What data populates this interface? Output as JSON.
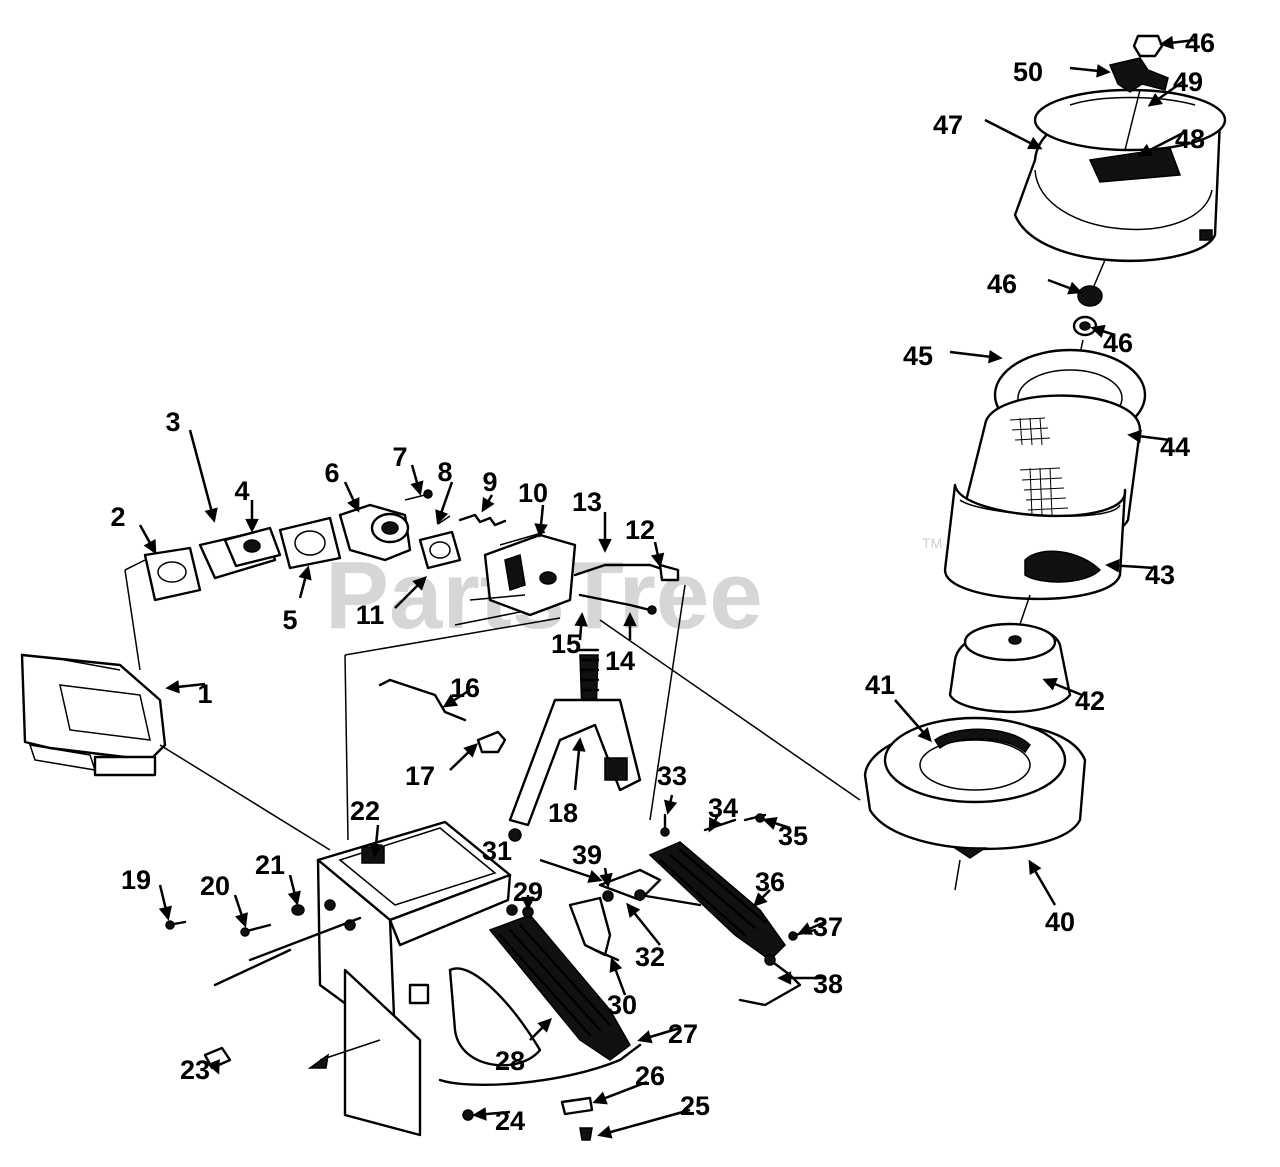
{
  "watermark": {
    "text": "PartsTree",
    "tm": "TM"
  },
  "callouts": [
    "1",
    "2",
    "3",
    "4",
    "5",
    "6",
    "7",
    "8",
    "9",
    "10",
    "11",
    "12",
    "13",
    "14",
    "15",
    "16",
    "17",
    "18",
    "19",
    "20",
    "21",
    "22",
    "23",
    "24",
    "25",
    "26",
    "27",
    "28",
    "29",
    "30",
    "31",
    "32",
    "33",
    "34",
    "35",
    "36",
    "37",
    "38",
    "39",
    "40",
    "41",
    "42",
    "43",
    "44",
    "45",
    "46",
    "46",
    "46",
    "47",
    "48",
    "49",
    "50"
  ],
  "icons": {
    "cover": "air-cleaner-cover-icon",
    "filter": "filter-element-icon",
    "base": "air-cleaner-base-icon",
    "carburetor": "carburetor-icon",
    "bracket": "mounting-bracket-icon"
  }
}
